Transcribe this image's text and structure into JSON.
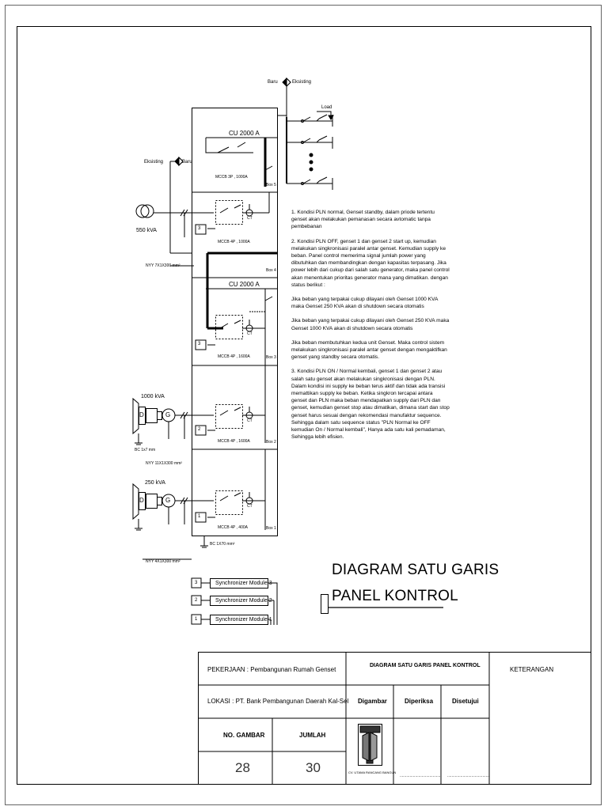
{
  "diagram": {
    "labels": {
      "baru": "Baru",
      "eksisting": "Eksisting",
      "load": "Load",
      "cu1": "CU 2000 A",
      "cu2": "CU 2000 A",
      "mccb1": "MCCB 3P , 1000A",
      "mccb2": "MCCB 4P , 1000A",
      "mccb3": "MCCB 4P , 1600A",
      "mccb4": "MCCB 4P , 1600A",
      "mccb5": "MCCB 4P , 400A",
      "box5": "Box 5",
      "box4": "Box 4",
      "box3": "Box 3",
      "box2": "Box 2",
      "box1": "Box 1",
      "ct": "CT",
      "trafo": "550 kVA",
      "nyy1": "NYY 7X1X300 mm²",
      "gen1": "1000 kVA",
      "gen2": "250 kVA",
      "bc1": "BC 1x7 mm",
      "nyy2": "NYY 11X1X300 mm²",
      "bc2": "BC 1X70 mm²",
      "nyy3": "NYY 4X1X300 mm²",
      "d": "D",
      "g": "G",
      "n1": "1",
      "n2": "2",
      "n3": "3"
    },
    "notes": [
      "1. Kondisi PLN normal, Genset standby, dalam priode tertentu genset akan melakukan pemanasan secara avtomatic tanpa pembebanan",
      "2. Kondisi PLN OFF, genset 1 dan genset 2 start up, kemudian melakukan singkronisasi paralel antar genset. Kemudian supply ke beban. Panel control memerima signal jumlah power yang dibutuhkan dan membandingkan dengan kapasitas terpasang. Jika power lebih dari cukup dari salah satu generator, maka panel control akan menentukan prioritas generator mana yang dimatikan. dengan status berikut :",
      "Jika beban yang terpakai cukup dilayani oleh Genset 1000 KVA maka Genset 250 KVA akan di shutdown secara otomatis",
      "Jika beban yang terpakai cukup dilayani oleh Genset 250 KVA maka Genset 1000 KVA akan di shutdown secara otomatis",
      "Jika beban membutuhkan kedua unit Genset. Maka control sistem melakukan singkronisasi paralel antar genset dengan mengaktifkan genset yang standby secara otomatis.",
      "3. Kondisi PLN ON / Normal kembali, genset 1 dan genset 2 atau salah satu genset akan melakukan singkronisasi dengan PLN. Dalam kondisi ini supply ke beban terus aktif dan tidak ada transisi memattikan supply ke beban. Ketika singkron tercapai antara genset dan PLN maka beban mendapatkan supply dari PLN dan genset, kemudian genset stop atau dimatikan, dimana start dan stop genset harus sesuai dengan rekomendasi manufaktur sequence. Sehingga dalam satu sequence status \"PLN Normal ke OFF kemudian On / Normal kembali\", Hanya ada satu kali pemadaman, Sehingga lebih efisien."
    ],
    "synchronizers": [
      "Synchronizer Module 3",
      "Synchronizer Module 2",
      "Synchronizer Module 1"
    ],
    "title_line1": "DIAGRAM SATU GARIS",
    "title_line2": "PANEL KONTROL"
  },
  "title_block": {
    "pekerjaan": "PEKERJAAN  : Pembangunan Rumah Genset",
    "lokasi": "LOKASI : PT. Bank Pembangunan Daerah Kal-Sel",
    "header": "DIAGRAM SATU GARIS PANEL KONTROL",
    "keterangan": "KETERANGAN",
    "digambar": "Digambar",
    "diperiksa": "Diperiksa",
    "disetujui": "Disetujui",
    "no_gambar_label": "NO. GAMBAR",
    "jumlah_label": "JUMLAH",
    "no_gambar": "28",
    "jumlah": "30",
    "company": "CV. UTAMA RANCANG BANGUN",
    "dots": "......................................"
  }
}
